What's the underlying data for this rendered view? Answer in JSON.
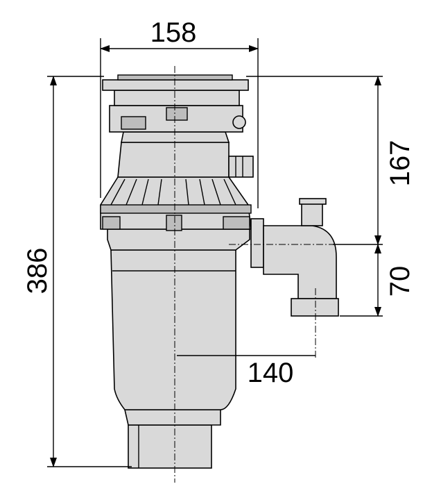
{
  "dimensions": {
    "width_top": "158",
    "total_height": "386",
    "upper_height": "167",
    "outlet_height": "70",
    "outlet_offset": "140"
  },
  "colors": {
    "body": "#d9d9d9",
    "line": "#000000"
  }
}
